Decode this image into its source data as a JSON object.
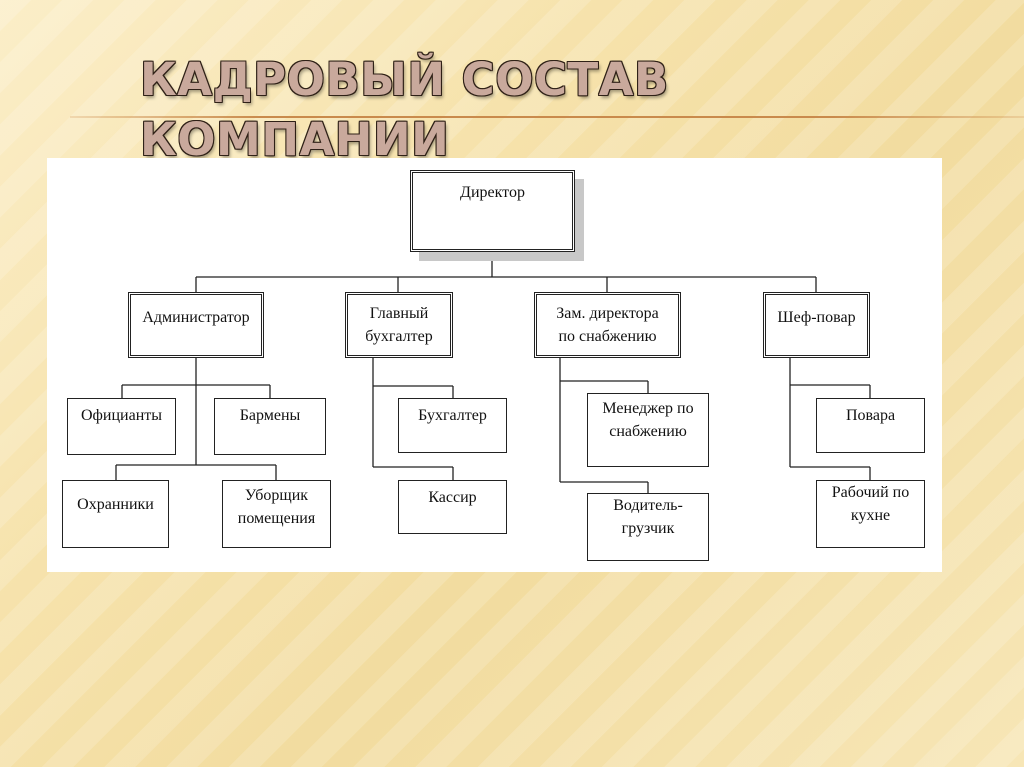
{
  "slide": {
    "title": "КАДРОВЫЙ СОСТАВ КОМПАНИИ"
  },
  "org_chart": {
    "director": "Директор",
    "administrator": "Администратор",
    "chief_accountant": "Главный\nбухгалтер",
    "deputy_director_supply": "Зам. директора\nпо снабжению",
    "chef": "Шеф-повар",
    "waiters": "Официанты",
    "bartenders": "Бармены",
    "guards": "Охранники",
    "cleaner": "Уборщик\nпомещения",
    "accountant": "Бухгалтер",
    "cashier": "Кассир",
    "supply_manager": "Менеджер по\nснабжению",
    "driver_loader": "Водитель-\nгрузчик",
    "cooks": "Повара",
    "kitchen_worker": "Рабочий по\nкухне"
  }
}
